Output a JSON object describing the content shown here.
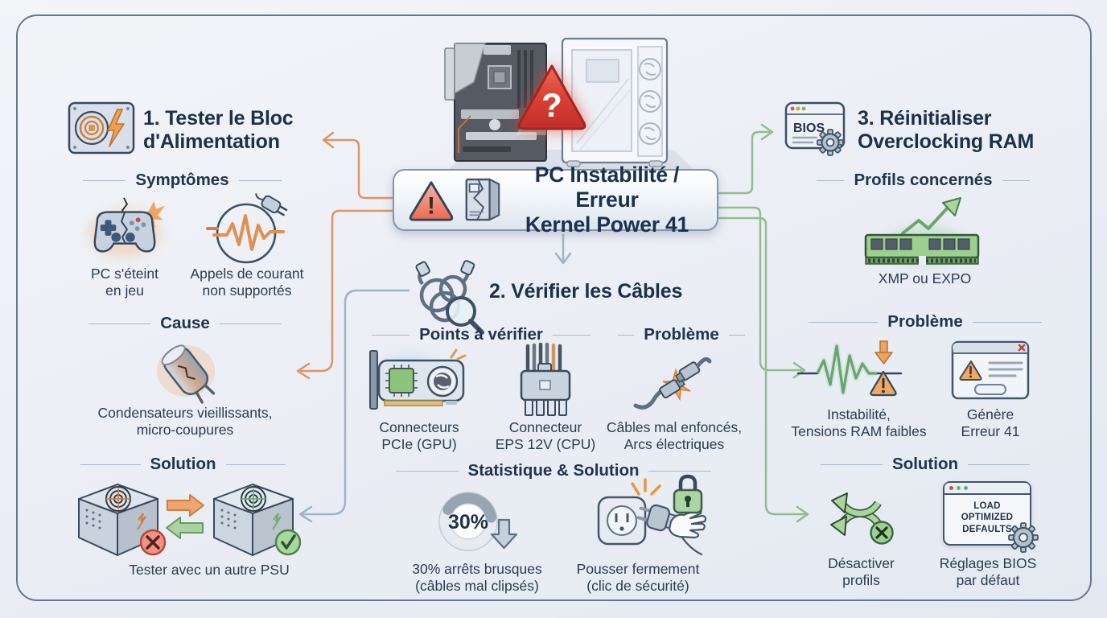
{
  "marks": {
    "question": "?",
    "exclam": "!"
  },
  "center_box": {
    "title_line1": "PC Instabilité / Erreur",
    "title_line2": "Kernel Power 41"
  },
  "s1": {
    "title": "1. Tester le Bloc\nd'Alimentation",
    "h_symptoms": "Symptômes",
    "lbl_gamepad": "PC s'éteint\nen jeu",
    "lbl_surge": "Appels de courant\nnon supportés",
    "h_cause": "Cause",
    "lbl_capacitor": "Condensateurs vieillissants,\nmicro-coupures",
    "h_solution": "Solution",
    "lbl_swap": "Tester avec un autre PSU"
  },
  "s2": {
    "title": "2. Vérifier les Câbles",
    "h_points": "Points à vérifier",
    "h_problem": "Problème",
    "lbl_gpu": "Connecteurs\nPCIe (GPU)",
    "lbl_eps": "Connecteur\nEPS 12V (CPU)",
    "lbl_cables": "Câbles mal enfoncés,\nArcs électriques",
    "h_stat": "Statistique & Solution",
    "stat_value": "30%",
    "lbl_stat": "30% arrêts brusques\n(câbles mal clipsés)",
    "lbl_push": "Pousser fermement\n(clic de sécurité)"
  },
  "s3": {
    "title": "3. Réinitialiser\nOverclocking RAM",
    "bios": "BIOS",
    "h_profiles": "Profils concernés",
    "lbl_ram": "XMP ou EXPO",
    "h_problem": "Problème",
    "lbl_instab": "Instabilité,\nTensions RAM faibles",
    "lbl_error": "Génère\nErreur 41",
    "h_solution": "Solution",
    "lbl_disable": "Désactiver\nprofils",
    "defaults_text": "LOAD\nOPTIMIZED\nDEFAULTS",
    "lbl_defaults": "Réglages BIOS\npar défaut"
  },
  "colors": {
    "accent_orange": "#dd9466",
    "accent_green": "#92bd8e",
    "accent_blue": "#9db4c8",
    "alert_red": "#d84a3c",
    "navy": "#1d3150"
  }
}
